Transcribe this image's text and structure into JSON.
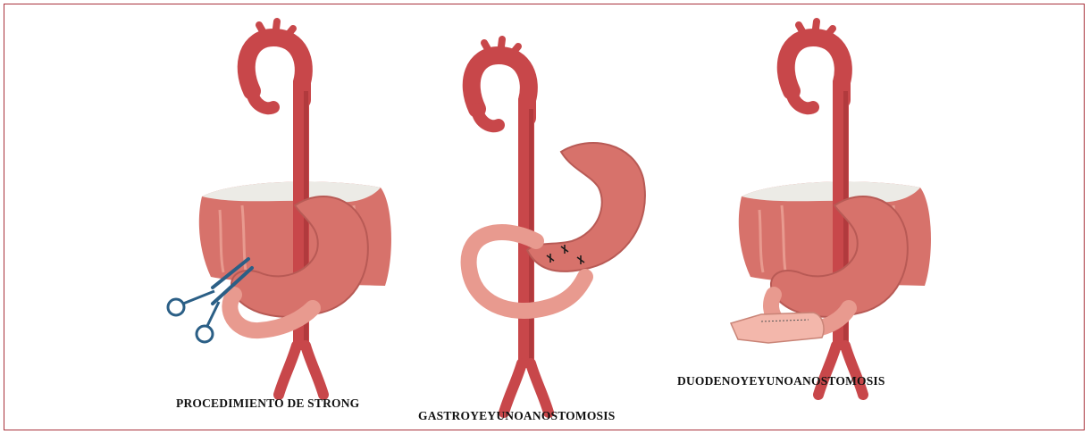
{
  "figure": {
    "border_color": "#a8313b",
    "panels": [
      {
        "caption": "PROCEDIMIENTO DE STRONG",
        "icons": [
          "aorta-icon",
          "pancreas-icon",
          "stomach-icon",
          "duodenum-icon",
          "scissors-icon"
        ]
      },
      {
        "caption": "GASTROYEYUNOANOSTOMOSIS",
        "icons": [
          "aorta-icon",
          "stomach-icon",
          "jejunum-loop-icon",
          "suture-icon"
        ]
      },
      {
        "caption": "DUODENOYEYUNOANOSTOMOSIS",
        "icons": [
          "aorta-icon",
          "pancreas-icon",
          "stomach-icon",
          "duodenum-icon",
          "anastomosis-segment-icon"
        ]
      }
    ],
    "colors": {
      "aorta": "#c8474a",
      "aorta_dark": "#9e2f33",
      "tissue": "#d7726b",
      "tissue_light": "#e89a8f",
      "pancreas_top": "#ecebe6",
      "scissors": "#2b5f86",
      "segment": "#f3b7ab"
    }
  }
}
